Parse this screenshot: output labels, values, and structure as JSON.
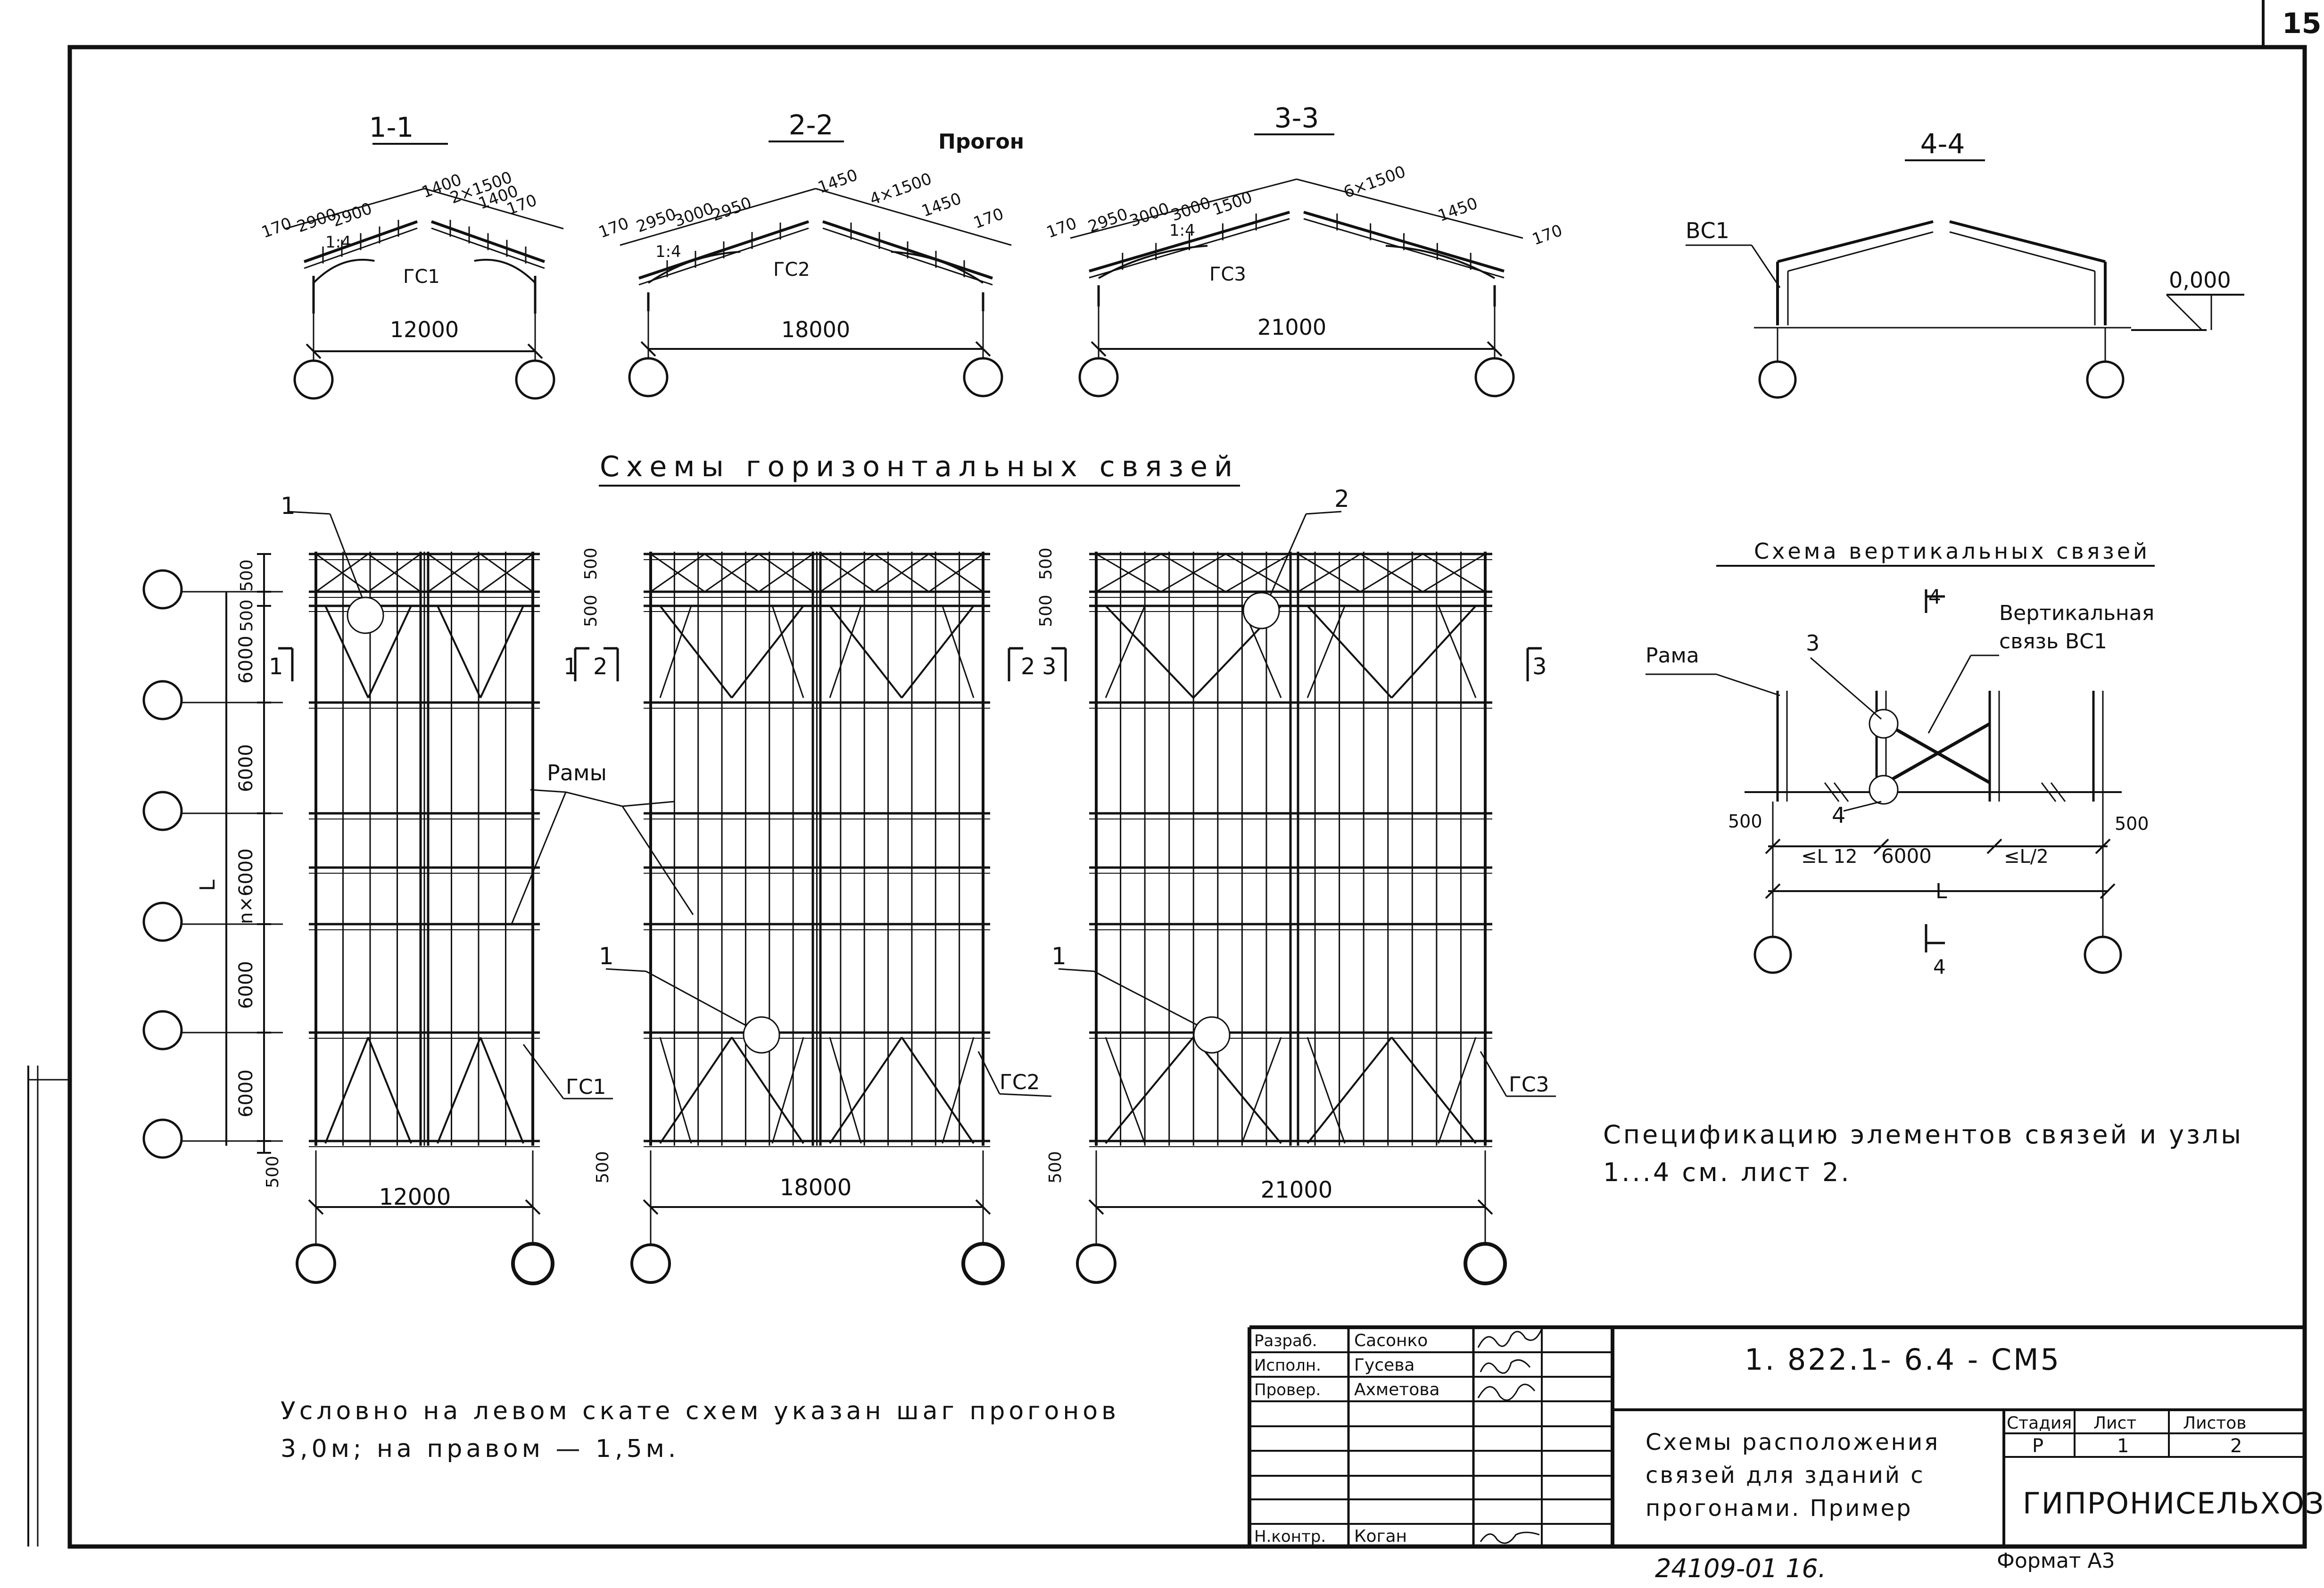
{
  "sheet_number": "15",
  "sections": [
    {
      "title": "1-1",
      "dims": [
        "170",
        "2900",
        "2900",
        "1400",
        "2×1500",
        "1400",
        "170"
      ],
      "slope": "1:4",
      "brace": "ГС1",
      "span": "12000"
    },
    {
      "title": "2-2",
      "dims": [
        "170",
        "2950",
        "3000",
        "2950",
        "1450",
        "4×1500",
        "1450",
        "170"
      ],
      "slope": "1:4",
      "brace": "ГС2",
      "span": "18000",
      "purlin": "Прогон"
    },
    {
      "title": "3-3",
      "dims": [
        "170",
        "2950",
        "3000",
        "3000",
        "1500",
        "6×1500",
        "1450",
        "170"
      ],
      "slope": "1:4",
      "brace": "ГС3",
      "span": "21000"
    },
    {
      "title": "4-4",
      "brace": "ВС1",
      "level": "0,000"
    }
  ],
  "horizontal_title": "Схемы горизонтальных связей",
  "plan_labels": {
    "frames": "Рамы",
    "callout_1": "1",
    "callout_2": "2",
    "gs1": "ГС1",
    "gs2": "ГС2",
    "gs3": "ГС3",
    "span_12000": "12000",
    "span_18000": "18000",
    "span_21000": "21000",
    "dim_500": "500",
    "dim_6000": "6000",
    "n_6000": "n×6000",
    "L": "L",
    "sec1": "1",
    "sec2": "2",
    "sec3": "3"
  },
  "vertical_title": "Схема вертикальных связей",
  "vertical_labels": {
    "rama": "Рама",
    "vert_brace": "Вертикальная",
    "vert_brace2": "связь ВС1",
    "n3": "3",
    "n4": "4",
    "sec4": "4",
    "d500": "500",
    "lhalf": "≤L/2",
    "lhalf_left": "≤L 12",
    "d6000": "6000",
    "L": "L"
  },
  "spec_note_1": "Спецификацию элементов связей и узлы",
  "spec_note_2": "1...4 см. лист 2.",
  "purlin_note_1": "Условно на левом скате схем указан шаг прогонов",
  "purlin_note_2": "3,0м; на правом — 1,5м.",
  "title_block": {
    "roles": [
      "Разраб.",
      "Исполн.",
      "Провер.",
      "Н.контр."
    ],
    "names": [
      "Сасонко",
      "Гусева",
      "Ахметова",
      "Коган"
    ],
    "doc_code": "1. 822.1- 6.4 - СМ5",
    "title_lines": [
      "Схемы расположения",
      "связей для зданий с",
      "прогонами. Пример"
    ],
    "stage_label": "Стадия",
    "sheet_label": "Лист",
    "sheets_label": "Листов",
    "stage": "Р",
    "sheet": "1",
    "sheets": "2",
    "org": "ГИПРОНИСЕЛЬХОЗ"
  },
  "format": "Формат А3",
  "archive": "24109-01 16."
}
